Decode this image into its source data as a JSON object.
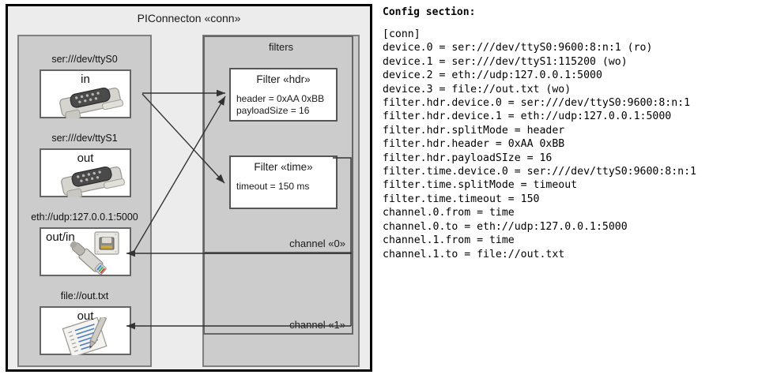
{
  "diagram": {
    "title": "PIConnecton «conn»",
    "devices_panel": {
      "groups": [
        {
          "caption": "ser:///dev/ttyS0",
          "label": "in",
          "icon": "serial-db9-icon"
        },
        {
          "caption": "ser:///dev/ttyS1",
          "label": "out",
          "icon": "serial-db9-icon"
        },
        {
          "caption": "eth://udp:127.0.0.1:5000",
          "label": "out/in",
          "icon": "ethernet-rj45-icon"
        },
        {
          "caption": "file://out.txt",
          "label": "out",
          "icon": "text-file-icon"
        }
      ]
    },
    "filters_panel": {
      "title": "filters",
      "filters": [
        {
          "title": "Filter «hdr»",
          "props": [
            "header = 0xAA 0xBB",
            "payloadSize = 16"
          ]
        },
        {
          "title": "Filter «time»",
          "props": [
            "timeout = 150 ms"
          ]
        }
      ],
      "channels": [
        {
          "label": "channel «0»"
        },
        {
          "label": "channel «1»"
        }
      ]
    },
    "colors": {
      "outer_border": "#000000",
      "outer_fill": "#ececec",
      "panel_fill": "#cccccc",
      "panel_border": "#808080",
      "box_fill": "#ffffff",
      "box_border": "#666666",
      "arrow": "#333333"
    }
  },
  "config": {
    "heading": "Config section:",
    "lines": [
      "[conn]",
      "device.0 = ser:///dev/ttyS0:9600:8:n:1 (ro)",
      "device.1 = ser:///dev/ttyS1:115200 (wo)",
      "device.2 = eth://udp:127.0.0.1:5000",
      "device.3 = file://out.txt (wo)",
      "filter.hdr.device.0 = ser:///dev/ttyS0:9600:8:n:1",
      "filter.hdr.device.1 = eth://udp:127.0.0.1:5000",
      "filter.hdr.splitMode = header",
      "filter.hdr.header = 0xAA 0xBB",
      "filter.hdr.payloadSIze = 16",
      "filter.time.device.0 = ser:///dev/ttyS0:9600:8:n:1",
      "filter.time.splitMode = timeout",
      "filter.time.timeout = 150",
      "channel.0.from = time",
      "channel.0.to = eth://udp:127.0.0.1:5000",
      "channel.1.from = time",
      "channel.1.to = file://out.txt"
    ]
  }
}
